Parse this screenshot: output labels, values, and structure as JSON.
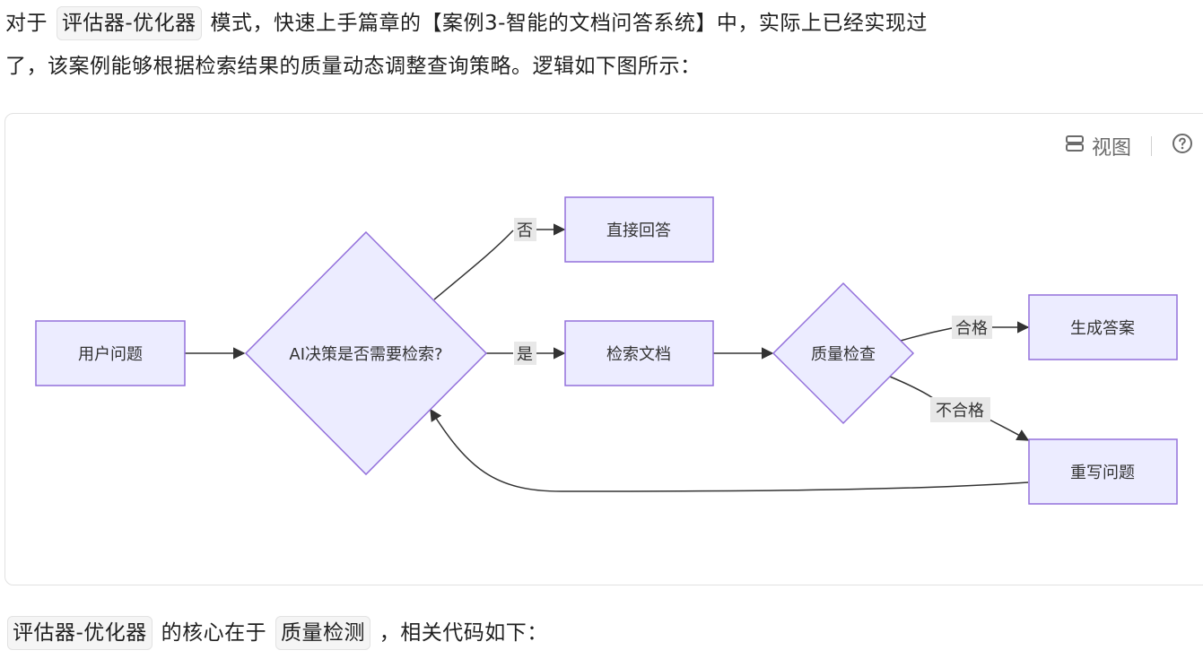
{
  "intro": {
    "prefix": "对于",
    "code": "评估器-优化器",
    "line1_rest": "模式，快速上手篇章的【案例3-智能的文档问答系统】中，实际上已经实现过",
    "line2": "了，该案例能够根据检索结果的质量动态调整查询策略。逻辑如下图所示："
  },
  "toolbar": {
    "view_label": "视图",
    "help_icon": "question-circle-icon",
    "view_icon": "split-view-icon"
  },
  "flowchart": {
    "nodes": {
      "user_question": "用户问题",
      "ai_decision": "AI决策是否需要检索?",
      "direct_answer": "直接回答",
      "retrieve_docs": "检索文档",
      "quality_check": "质量检查",
      "generate_answer": "生成答案",
      "rewrite_question": "重写问题"
    },
    "edges": {
      "no": "否",
      "yes": "是",
      "pass": "合格",
      "fail": "不合格"
    },
    "colors": {
      "node_fill": "#ECECFF",
      "node_stroke": "#9370DB",
      "edge": "#333333",
      "label_bg": "#E8E8E8"
    }
  },
  "outro": {
    "code1": "评估器-优化器",
    "mid": "的核心在于",
    "code2": "质量检测",
    "rest": "，相关代码如下："
  }
}
